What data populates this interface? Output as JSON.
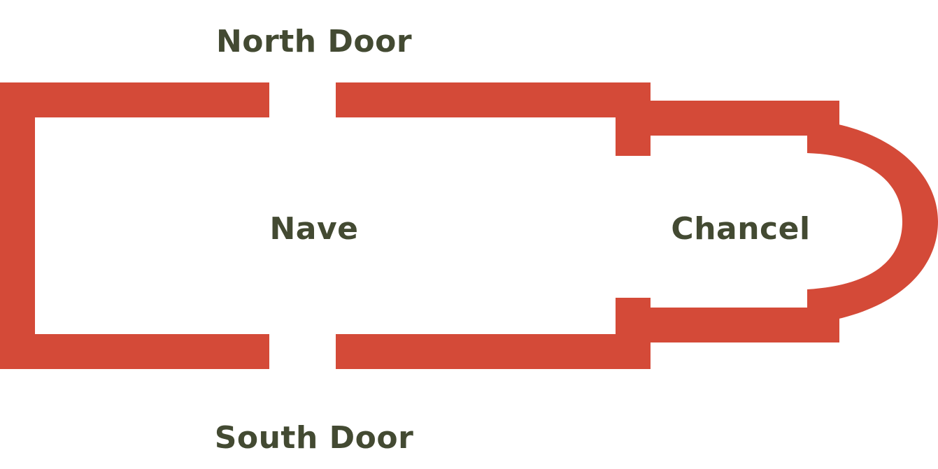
{
  "diagram": {
    "wall_color": "#D44A38",
    "label_color": "#434A32",
    "labels": {
      "north_door": "North Door",
      "south_door": "South Door",
      "nave": "Nave",
      "chancel": "Chancel"
    }
  }
}
